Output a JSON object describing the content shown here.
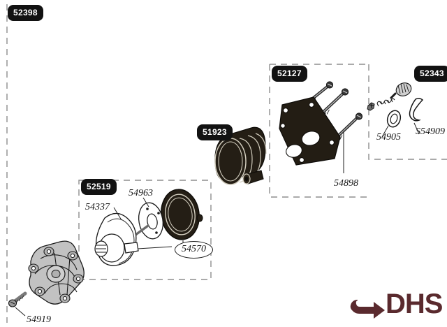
{
  "diagram": {
    "title": "Fuel pump exploded parts diagram",
    "background_color": "#ffffff",
    "line_color": "#1a1a1a",
    "dash_color": "#8a8a8a",
    "dark_part_color": "#2b2419",
    "gray_part_color": "#bfbfbf"
  },
  "groups": [
    {
      "id": "52398",
      "label": "52398"
    },
    {
      "id": "52127",
      "label": "52127"
    },
    {
      "id": "52343",
      "label": "52343"
    },
    {
      "id": "51923",
      "label": "51923"
    },
    {
      "id": "52519",
      "label": "52519"
    }
  ],
  "callouts": [
    {
      "id": "54898",
      "label": "54898"
    },
    {
      "id": "54905",
      "label": "54905"
    },
    {
      "id": "S54909",
      "label": "S54909"
    },
    {
      "id": "54963",
      "label": "54963"
    },
    {
      "id": "54337",
      "label": "54337"
    },
    {
      "id": "54570",
      "label": "54570"
    },
    {
      "id": "54919",
      "label": "54919"
    }
  ],
  "logo": {
    "text": "DHS",
    "color": "#5a2a2e",
    "icon": "arrow-right-circle-icon"
  }
}
